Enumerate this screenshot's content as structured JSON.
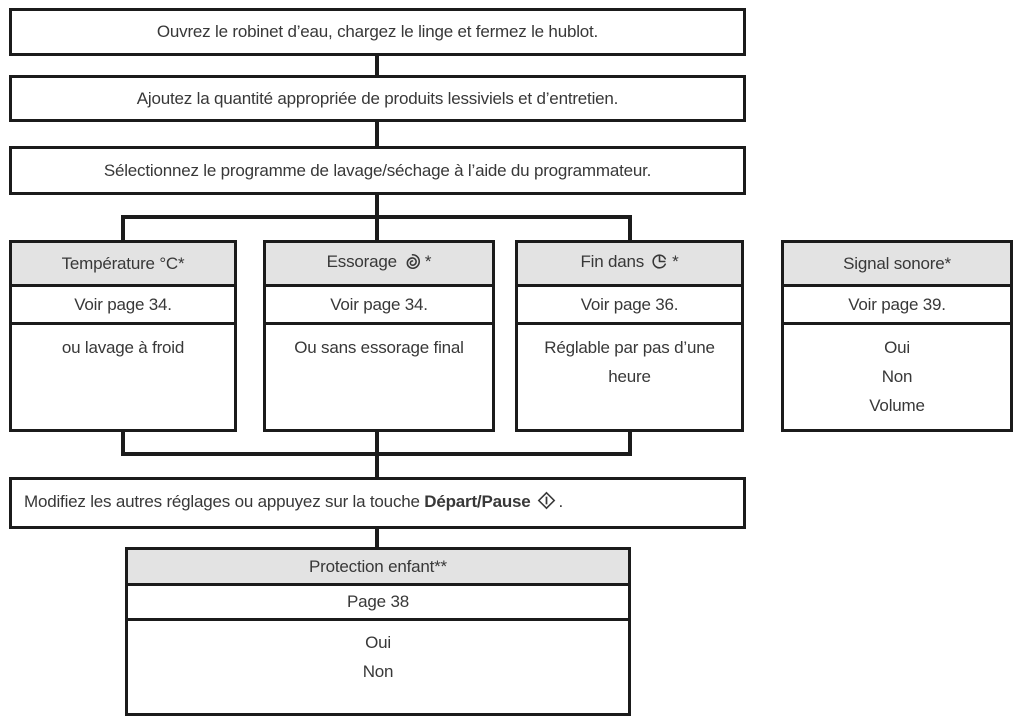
{
  "steps": {
    "step1": "Ouvrez le robinet d’eau, chargez le linge et fermez le hublot.",
    "step2": "Ajoutez la quantité appropriée de produits lessiviels et d’entretien.",
    "step3": "Sélectionnez le programme de lavage/séchage à l’aide du programmateur."
  },
  "options": [
    {
      "title": "Température °C",
      "star": "*",
      "icon": "",
      "page_ref": "Voir page 34.",
      "lines": [
        "ou lavage à froid"
      ]
    },
    {
      "title": "Essorage",
      "star": "*",
      "icon": "spin-icon",
      "page_ref": "Voir page 34.",
      "lines": [
        "Ou sans essorage final"
      ]
    },
    {
      "title": "Fin dans",
      "star": "*",
      "icon": "clock-icon",
      "page_ref": "Voir page 36.",
      "lines": [
        "Réglable par pas d’une heure"
      ]
    },
    {
      "title": "Signal sonore",
      "star": "*",
      "icon": "",
      "page_ref": "Voir page 39.",
      "lines": [
        "Oui",
        "Non",
        "Volume"
      ]
    }
  ],
  "action_step": {
    "text_before_bold": "Modifiez les autres réglages ou appuyez sur la touche ",
    "bold_text": "Départ/Pause",
    "icon": "start-pause-icon",
    "text_after_icon": "."
  },
  "child_lock": {
    "title": "Protection enfant**",
    "page_ref": "Page 38",
    "lines": [
      "Oui",
      "Non"
    ]
  },
  "colors": {
    "border": "#1b1b1b",
    "header_bg": "#e3e3e3",
    "text": "#383838"
  }
}
